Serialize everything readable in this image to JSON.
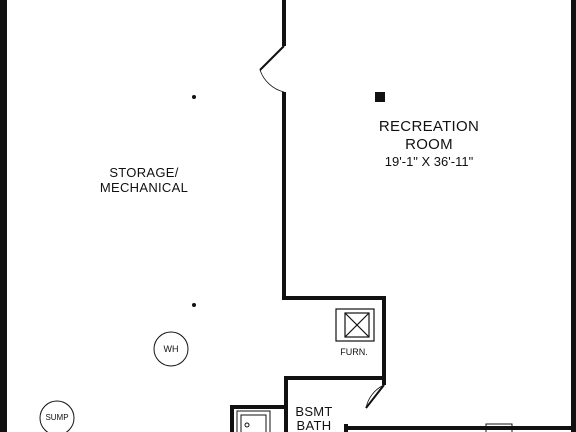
{
  "rooms": {
    "recreation": {
      "line1": "RECREATION",
      "line2": "ROOM",
      "dimensions": "19'-1\" X 36'-11\""
    },
    "storage": {
      "line1": "STORAGE/",
      "line2": "MECHANICAL"
    },
    "bath": {
      "line1": "BSMT",
      "line2": "BATH"
    }
  },
  "fixtures": {
    "furnace": "FURN.",
    "water_heater": "WH",
    "sump": "SUMP"
  },
  "colors": {
    "wall": "#111111",
    "background": "#ffffff"
  }
}
